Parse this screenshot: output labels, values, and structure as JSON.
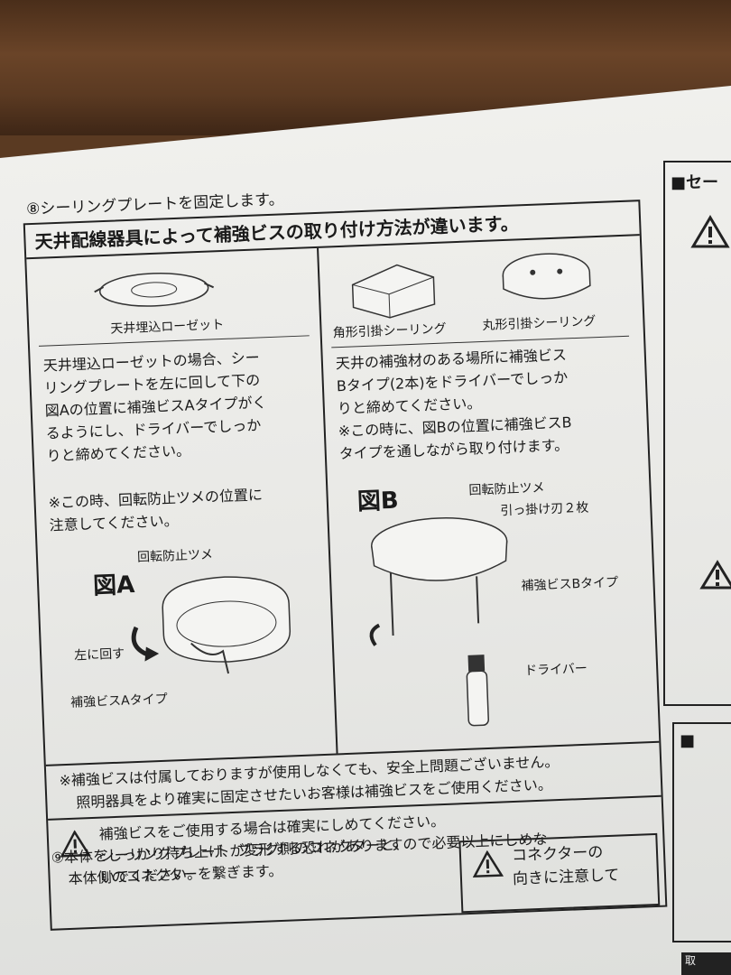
{
  "step8": {
    "title": "⑧シーリングプレートを固定します。",
    "subhead": "天井配線器具によって補強ビスの取り付け方法が違います。",
    "left": {
      "device_label": "天井埋込ローゼット",
      "text_lines": [
        "天井埋込ローゼットの場合、シー",
        "リングプレートを左に回して下の",
        "図Aの位置に補強ビスAタイプがく",
        "るようにし、ドライバーでしっか",
        "りと締めてください。"
      ],
      "caution_lines": [
        "※この時、回転防止ツメの位置に",
        "注意してください。"
      ],
      "figure_label": "図A",
      "callout_claw": "回転防止ツメ",
      "callout_rotate": "左に回す",
      "callout_screw": "補強ビスAタイプ"
    },
    "right": {
      "device_label_square": "角形引掛シーリング",
      "device_label_round": "丸形引掛シーリング",
      "text_lines": [
        "天井の補強材のある場所に補強ビス",
        "Bタイプ(2本)をドライバーでしっか",
        "りと締めてください。",
        "※この時に、図Bの位置に補強ビスB",
        "タイプを通しながら取り付けます。"
      ],
      "figure_label": "図B",
      "callout_claw": "回転防止ツメ",
      "callout_blades": "引っ掛け刃２枚",
      "callout_screw": "補強ビスBタイプ",
      "callout_driver": "ドライバー"
    },
    "note_lines": [
      "※補強ビスは付属しておりますが使用しなくても、安全上問題ございません。",
      "照明器具をより確実に固定させたいお客様は補強ビスをご使用ください。"
    ],
    "warning_lines": [
      "補強ビスをご使用する場合は確実にしめてください。",
      "シーリングプレートが変形する恐れがありますので必要以上にしめな",
      "いでください。"
    ]
  },
  "step9": {
    "lines": [
      "⑨本体をしっかり持ち上げ、プラグ側のコネクターと、",
      "本体側のコネクターを繋ぎます。"
    ],
    "warning_lines": [
      "コネクターの",
      "向きに注意して"
    ]
  },
  "right_panel": {
    "heading": "■セー",
    "heading2": "■"
  },
  "bottom_tab": "取"
}
